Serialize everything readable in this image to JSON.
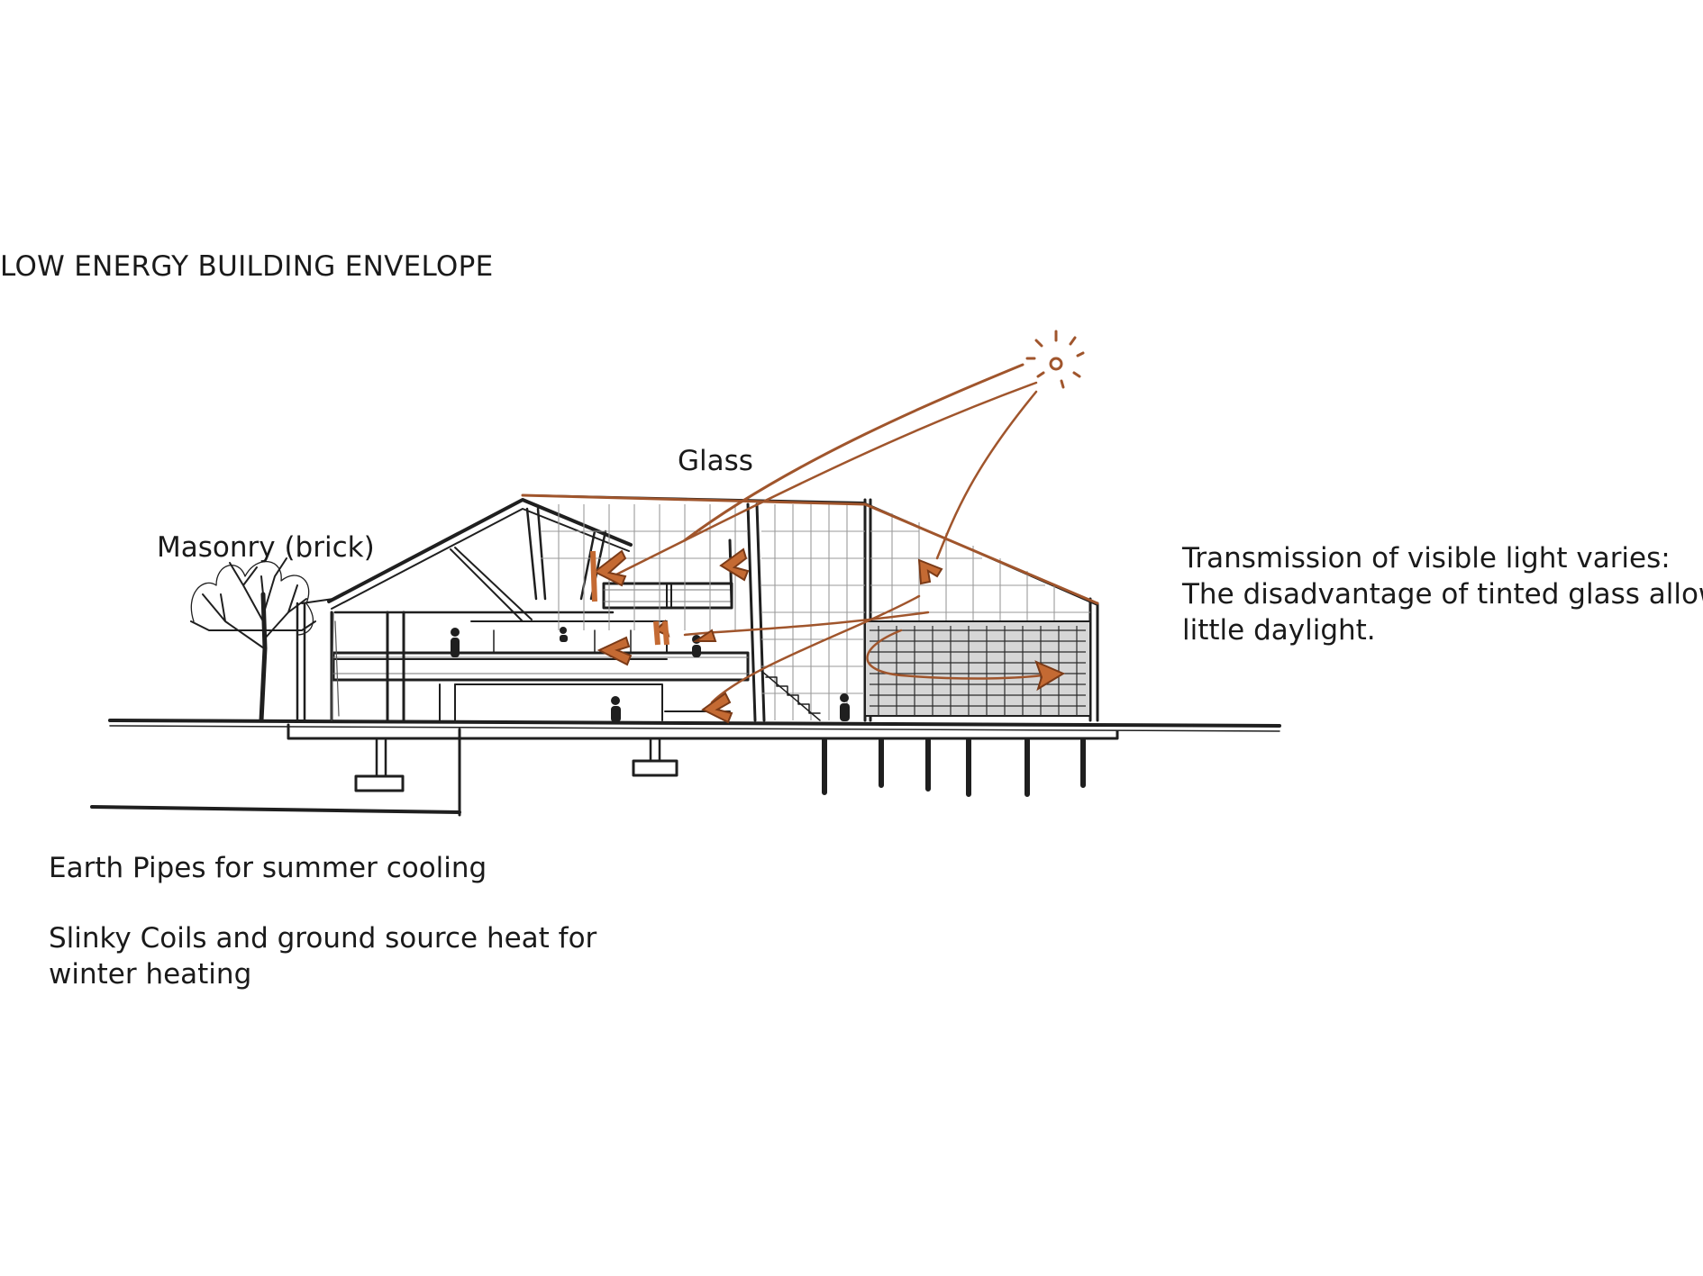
{
  "title": "LOW ENERGY BUILDING ENVELOPE",
  "labels": {
    "glass": "Glass",
    "masonry": "Masonry (brick)"
  },
  "transmission_note": {
    "line1": "Transmission of visible light varies:",
    "line2": "The disadvantage of tinted glass allows",
    "line3": "little daylight."
  },
  "earth_pipes_note": "Earth Pipes for summer cooling",
  "slinky_note": {
    "line1": "Slinky Coils and ground source heat for",
    "line2": "winter heating"
  },
  "colors": {
    "ink": "#1f1f1f",
    "sunlight": "#a0552c",
    "arrow_fill": "#c46a33",
    "glass_grid": "#9a9a9a"
  },
  "icons": [
    "sun-icon",
    "tree-icon",
    "person-icon",
    "sun-ray-arrow-icon"
  ]
}
